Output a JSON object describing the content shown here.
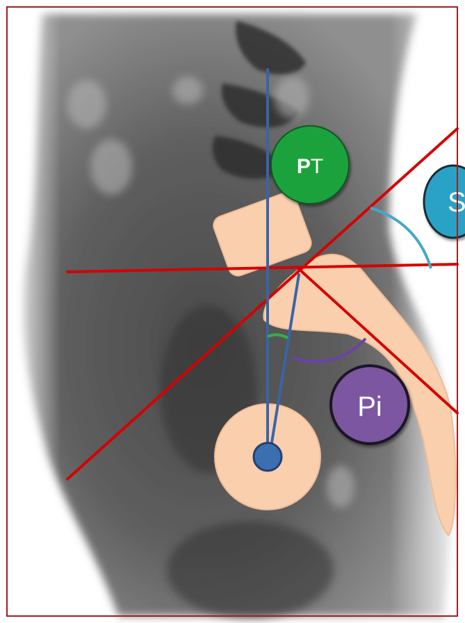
{
  "labels": {
    "pt_bold": "P",
    "pt_rest": "T",
    "ss": "S",
    "pi": "Pi"
  },
  "colors": {
    "frame": "#a01e1e",
    "reference_lines": "#d60000",
    "axis_lines": "#3a64a8",
    "anatomy_fill": "#f9cfae",
    "anatomy_stroke": "#f3c4a0",
    "pt_bubble": "#1ca23c",
    "ss_bubble": "#2ba2c6",
    "pi_bubble": "#7c56a0",
    "ss_arc": "#45a8c8",
    "pt_arc": "#2fb24a",
    "pi_arc": "#6a42a8",
    "hip_center": "#3b6fb0"
  }
}
